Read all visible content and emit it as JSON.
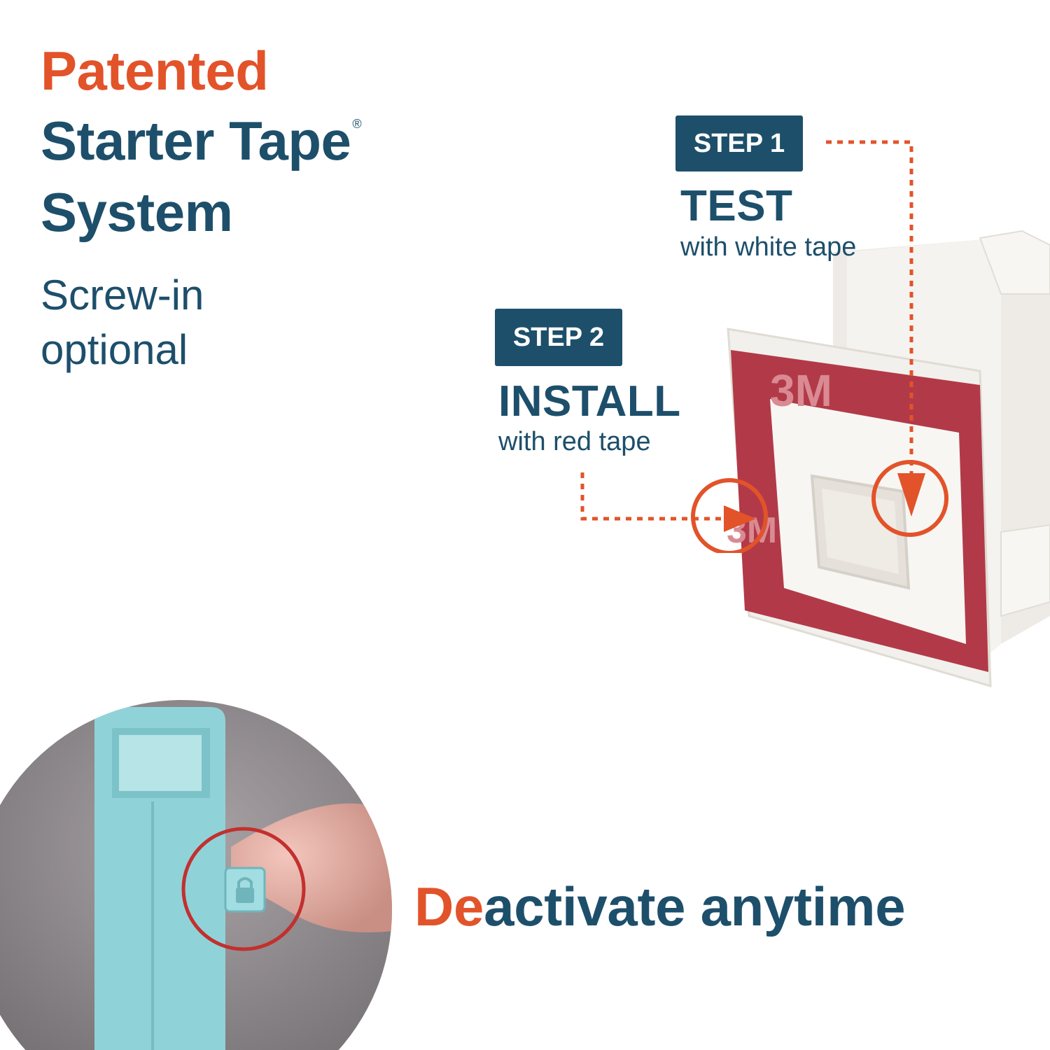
{
  "headline": {
    "line1": "Patented",
    "line2": "Starter Tape",
    "registered": "®",
    "line3": "System"
  },
  "subtext": {
    "line1": "Screw-in",
    "line2": "optional"
  },
  "steps": [
    {
      "badge": "STEP 1",
      "title": "TEST",
      "desc": "with white tape"
    },
    {
      "badge": "STEP 2",
      "title": "INSTALL",
      "desc": "with red tape"
    }
  ],
  "deactivate": {
    "highlight": "De",
    "rest": "activate anytime"
  },
  "product_logo": "3M",
  "colors": {
    "navy": "#1d4f6b",
    "orange": "#e2532a",
    "tape_red": "#b23a48",
    "device_teal": "#8fd3d9"
  },
  "icons": [
    "lock-icon",
    "arrow-down-icon",
    "arrow-right-icon"
  ]
}
